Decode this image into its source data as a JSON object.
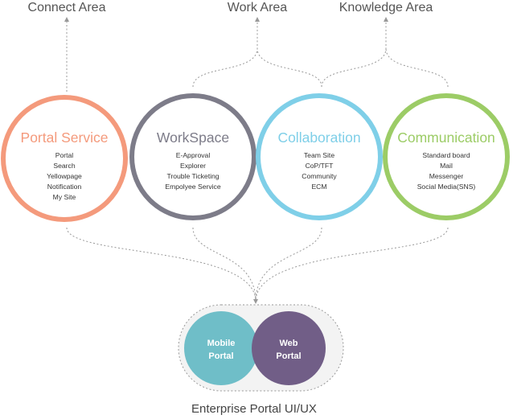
{
  "areas": {
    "connect": "Connect Area",
    "work": "Work Area",
    "knowledge": "Knowledge Area"
  },
  "circles": [
    {
      "title": "Portal Service",
      "color": "#f49a7c",
      "items": [
        "Portal",
        "Search",
        "Yellowpage",
        "Notification",
        "My Site"
      ]
    },
    {
      "title": "WorkSpace",
      "color": "#7d7c89",
      "items": [
        "E-Approval",
        "Explorer",
        "Trouble Ticketing",
        "Empolyee Service"
      ]
    },
    {
      "title": "Collaboration",
      "color": "#7fcfe8",
      "items": [
        "Team Site",
        "CoP/TFT",
        "Community",
        "ECM"
      ]
    },
    {
      "title": "Communication",
      "color": "#9ccc66",
      "items": [
        "Standard board",
        "Mail",
        "Messenger",
        "Social Media(SNS)"
      ]
    }
  ],
  "hub": {
    "mobile": {
      "line1": "Mobile",
      "line2": "Portal",
      "color": "#6fbec8"
    },
    "web": {
      "line1": "Web",
      "line2": "Portal",
      "color": "#715e87"
    },
    "caption": "Enterprise Portal UI/UX"
  }
}
